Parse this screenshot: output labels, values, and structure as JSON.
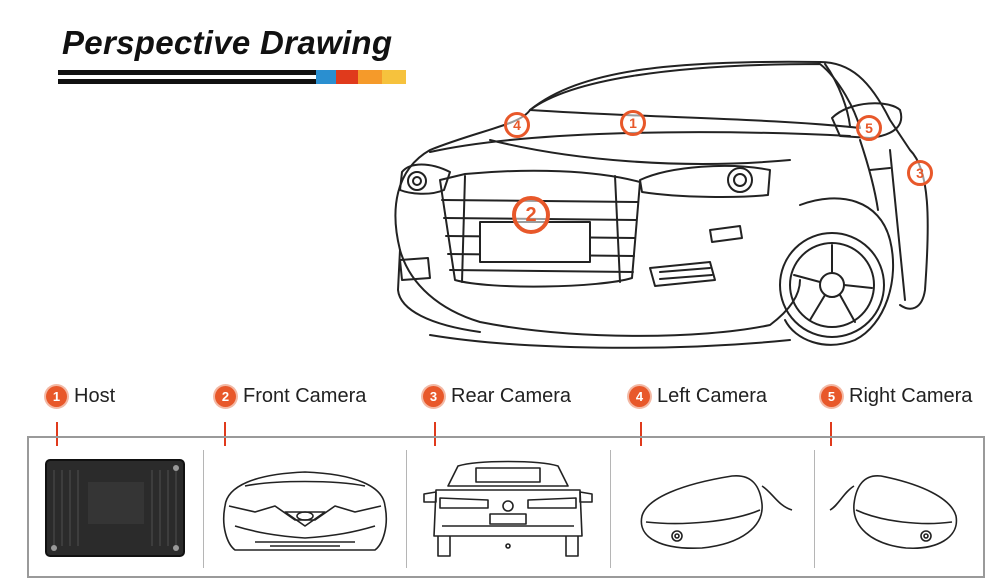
{
  "title": "Perspective Drawing",
  "brand_colors": [
    "#111111",
    "#2a8fd0",
    "#e03a1c",
    "#f59a2a",
    "#f6c23d"
  ],
  "accent": "#e8582a",
  "markers": [
    {
      "num": "1"
    },
    {
      "num": "2"
    },
    {
      "num": "3"
    },
    {
      "num": "4"
    },
    {
      "num": "5"
    }
  ],
  "parts": [
    {
      "num": "1",
      "label": "Host",
      "icon": "host-unit-icon"
    },
    {
      "num": "2",
      "label": "Front Camera",
      "icon": "car-front-icon"
    },
    {
      "num": "3",
      "label": "Rear Camera",
      "icon": "car-rear-icon"
    },
    {
      "num": "4",
      "label": "Left Camera",
      "icon": "left-mirror-icon"
    },
    {
      "num": "5",
      "label": "Right Camera",
      "icon": "right-mirror-icon"
    }
  ]
}
